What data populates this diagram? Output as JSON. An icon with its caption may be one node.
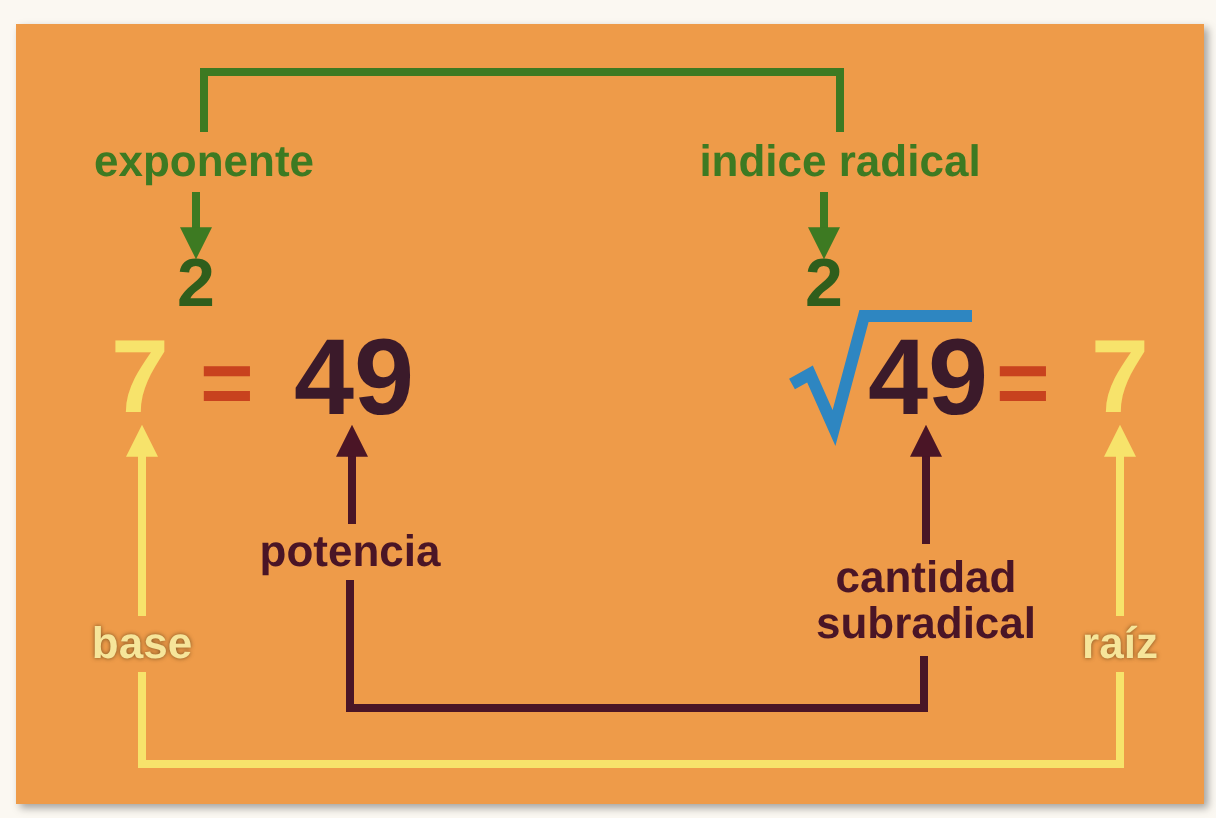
{
  "diagram": {
    "nodes": [
      {
        "text": [
          "exponente"
        ]
      },
      {
        "text": [
          "indice radical"
        ]
      },
      {
        "text": [
          "2"
        ]
      },
      {
        "text": [
          "7"
        ]
      },
      {
        "text": [
          "49"
        ]
      },
      {
        "text": [
          "2"
        ]
      },
      {
        "text": [
          "49"
        ]
      },
      {
        "text": [
          "7"
        ]
      },
      {
        "text": [
          "potencia"
        ]
      },
      {
        "text": [
          "cantidad subradical"
        ]
      },
      {
        "text": [
          "base"
        ]
      },
      {
        "text": [
          "raíz"
        ]
      }
    ],
    "edges": [
      {
        "from": 0,
        "to": 1,
        "arrow": "none",
        "color": "#3d7a22"
      },
      {
        "from": 0,
        "to": 2,
        "arrow": "to",
        "color": "#3d7a22"
      },
      {
        "from": 1,
        "to": 5,
        "arrow": "to",
        "color": "#3d7a22"
      },
      {
        "from": 8,
        "to": 4,
        "arrow": "to",
        "color": "#4a1526"
      },
      {
        "from": 9,
        "to": 6,
        "arrow": "to",
        "color": "#4a1526"
      },
      {
        "from": 8,
        "to": 9,
        "arrow": "none",
        "color": "#4a1526"
      },
      {
        "from": 10,
        "to": 3,
        "arrow": "to",
        "color": "#f7e36b"
      },
      {
        "from": 11,
        "to": 7,
        "arrow": "to",
        "color": "#f7e36b"
      },
      {
        "from": 10,
        "to": 11,
        "arrow": "none",
        "color": "#f7e36b"
      }
    ],
    "labels": [
      "=",
      "="
    ]
  }
}
